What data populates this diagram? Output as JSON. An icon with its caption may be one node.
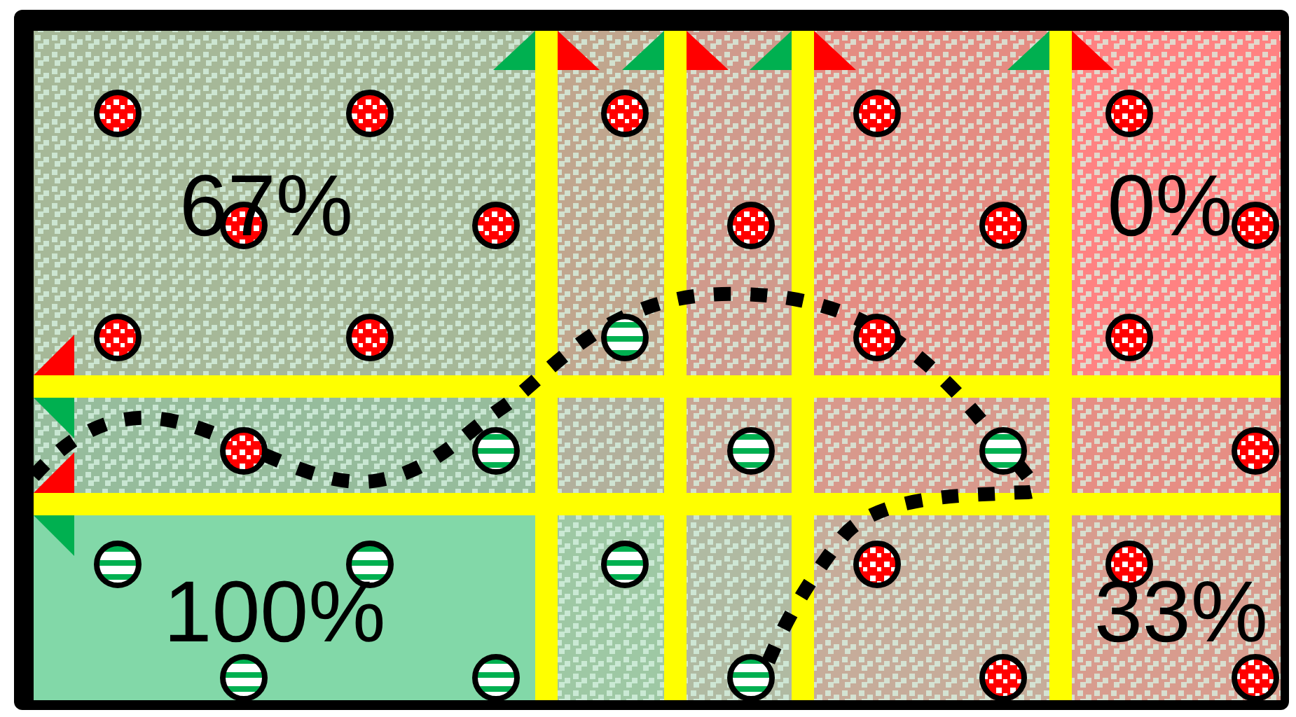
{
  "diagram": {
    "labels": [
      "67%",
      "0%",
      "100%",
      "33%"
    ]
  }
}
